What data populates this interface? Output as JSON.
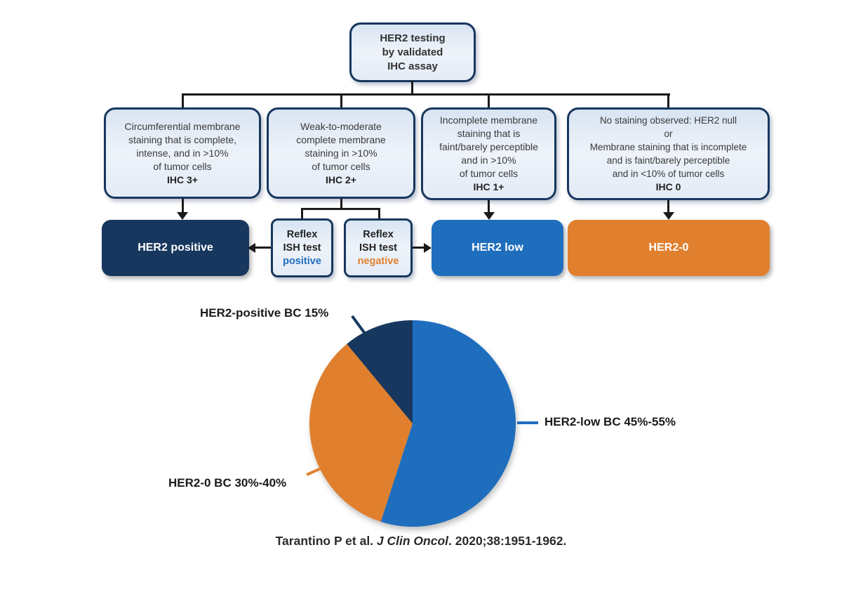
{
  "colors": {
    "navy": "#17375E",
    "blue": "#1F6EBE",
    "orange": "#E0802E",
    "connector": "#1a1a1a",
    "lightbox_fill": "#e6edf7"
  },
  "flowchart": {
    "root_label": "HER2 testing\nby validated\nIHC assay",
    "branches": [
      {
        "body": "Circumferential membrane\nstaining that is complete,\nintense, and in >10%\nof tumor cells",
        "grade": "IHC 3+"
      },
      {
        "body": "Weak-to-moderate\ncomplete membrane\nstaining in >10%\nof tumor cells",
        "grade": "IHC 2+"
      },
      {
        "body": "Incomplete membrane\nstaining that is\nfaint/barely perceptible\nand in >10%\nof tumor cells",
        "grade": "IHC 1+"
      },
      {
        "body": "No staining observed: HER2 null\nor\nMembrane staining that is incomplete\nand is faint/barely perceptible\nand in <10% of tumor cells",
        "grade": "IHC 0"
      }
    ],
    "her2_positive_label": "HER2 positive",
    "reflex_positive": {
      "title": "Reflex\nISH test",
      "result": "positive"
    },
    "reflex_negative": {
      "title": "Reflex\nISH test",
      "result": "negative"
    },
    "her2_low_label": "HER2 low",
    "her2_zero_label": "HER2-0"
  },
  "chart_data": {
    "type": "pie",
    "title": "",
    "start_angle_deg_clockwise_from_top": 0,
    "legend_position": "leader-labels",
    "slices": [
      {
        "label": "HER2-low BC 45%-55%",
        "value_label": "45%-55%",
        "drawn_fraction": 0.55,
        "color": "#1F6EBE"
      },
      {
        "label": "HER2-0 BC 30%-40%",
        "value_label": "30%-40%",
        "drawn_fraction": 0.34,
        "color": "#E0802E"
      },
      {
        "label": "HER2-positive BC 15%",
        "value_label": "15%",
        "drawn_fraction": 0.11,
        "color": "#17375E"
      }
    ]
  },
  "citation": {
    "authors": "Tarantino P et al. ",
    "journal": "J Clin Oncol",
    "rest": ". 2020;38:1951-1962."
  }
}
